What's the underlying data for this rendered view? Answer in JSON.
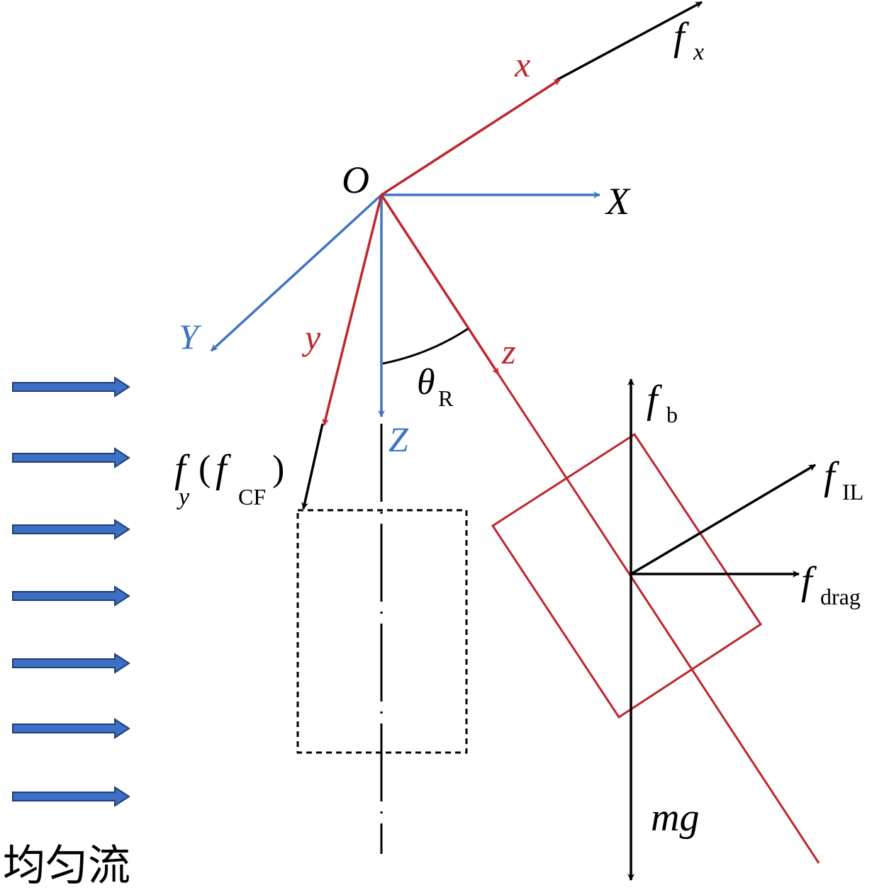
{
  "colors": {
    "black": "#000000",
    "red": "#c0262d",
    "blue": "#3f74c2",
    "flow_fill": "#3d6fc4",
    "flow_stroke": "#1f3e7a"
  },
  "labels": {
    "origin": "O",
    "body_x": "x",
    "body_y": "y",
    "body_z": "z",
    "global_X": "X",
    "global_Y": "Y",
    "global_Z": "Z",
    "f": "f",
    "fx_sub": "x",
    "fy_sub": "y",
    "fcf_open": "(",
    "fcf_sub": "CF",
    "fcf_close": ")",
    "fb_sub": "b",
    "fil_sub": "IL",
    "fdrag_sub": "drag",
    "mg": "mg",
    "theta": "θ",
    "theta_sub": "R",
    "flow": "均匀流"
  }
}
